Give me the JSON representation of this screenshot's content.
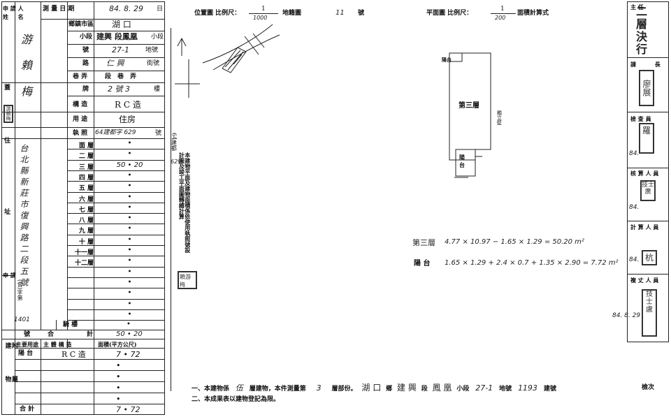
{
  "header": {
    "applicant_label": "申 請 人\n姓 　 名",
    "survey_date_label": "測 量 日 期",
    "survey_date": "84. 8. 29",
    "survey_date_suffix": "日",
    "township_label": "鄉鎮市區",
    "township": "湖 口",
    "section_label": "小段",
    "section": "建興 段鳳凰",
    "section_suffix": "小段",
    "lot_label": "號",
    "lot": "27-1",
    "lot_suffix": "地號",
    "road_label": "路",
    "road": "仁 興",
    "road_suffix": "街號",
    "lane_label": "巷 弄",
    "lane": "段　巷　弄",
    "number_label": "牌",
    "number": "2 號 3",
    "number_suffix": "樓",
    "structure_label": "構 造",
    "structure": "R C 造",
    "use_label": "用 途",
    "use": "住房",
    "license_label": "執 照",
    "license": "64建都字 629",
    "license_suffix": "號"
  },
  "applicant": {
    "name": "游 賴 梅",
    "address_label": "住",
    "address": "台北縣新莊市復興路二段五號",
    "seal": "游賴梅",
    "addr_label": "址",
    "applicant2_label": "申 請",
    "applicant2": "(會)字第",
    "number": "1401",
    "seal_label": "蓋"
  },
  "floors": [
    {
      "label": "面 層",
      "value": "•"
    },
    {
      "label": "二 層",
      "value": "•"
    },
    {
      "label": "三 層",
      "value": "50 • 20"
    },
    {
      "label": "四 層",
      "value": "•"
    },
    {
      "label": "五 層",
      "value": "•"
    },
    {
      "label": "六 層",
      "value": "•"
    },
    {
      "label": "七 層",
      "value": "•"
    },
    {
      "label": "八 層",
      "value": "•"
    },
    {
      "label": "九 層",
      "value": "•"
    },
    {
      "label": "十 層",
      "value": "•"
    },
    {
      "label": "十一層",
      "value": "•"
    },
    {
      "label": "十二層",
      "value": "•"
    },
    {
      "label": "",
      "value": "•"
    },
    {
      "label": "",
      "value": "•"
    },
    {
      "label": "",
      "value": "•"
    },
    {
      "label": "",
      "value": "•"
    },
    {
      "label": "",
      "value": "•"
    }
  ],
  "totals": {
    "stairs_label": "騎 樓",
    "stairs_value": "•",
    "total_label_a": "號",
    "total_label_b": "合",
    "total_label_c": "計",
    "total_value": "50 • 20"
  },
  "attached": {
    "side_label": "附 屬 建 物",
    "col1": "主要用途",
    "col2": "主 體 構 造",
    "col3": "面積(平方公尺)",
    "rows": [
      {
        "use": "陽 台",
        "structure": "R C 造",
        "area": "7 • 72"
      },
      {
        "use": "",
        "structure": "",
        "area": "•"
      },
      {
        "use": "",
        "structure": "",
        "area": "•"
      },
      {
        "use": "",
        "structure": "",
        "area": "•"
      },
      {
        "use": "",
        "structure": "",
        "area": "•"
      }
    ],
    "sum_label": "合 計",
    "sum_value": "7 • 72"
  },
  "location_plan": {
    "title": "位置圖 比例尺：",
    "scale_num": "1",
    "scale_den": "1000",
    "suffix": "地籍圖",
    "sheet_no": "11",
    "sheet_suffix": "號"
  },
  "floor_plan": {
    "title": "平面圖 比例尺：",
    "scale_num": "1",
    "scale_den": "200",
    "suffix": "面積計算式",
    "room_label": "第三層",
    "balcony_label": "陽 台",
    "balcony_label2": "陽台",
    "wall_note": "獨立壁"
  },
  "notes": {
    "vertical_note": "本建物平面及建物面積係依使用執照號設計圖及竣工平面圖轉繪計算",
    "license_vertical": "64建都",
    "license_no": "629",
    "seal": "賴游梅"
  },
  "calc": {
    "line1_label": "第三層",
    "line1": "4.77 × 10.97 − 1.65 × 1.29 = 50.20 m²",
    "line2_label": "陽 台",
    "line2": "1.65 × 1.29 + 2.4 × 0.7 + 1.35 × 2.90 = 7.72 m²"
  },
  "footer": {
    "line1_a": "一、本建物係",
    "line1_floors": "伍",
    "line1_b": "層建物，本件測量第",
    "line1_floor": "3",
    "line1_c": "層部份。",
    "line1_town": "湖 口",
    "line1_d": "鄉",
    "line1_road": "建 興",
    "line1_e": "段",
    "line1_sec": "鳳 凰",
    "line1_f": "小段",
    "line1_lot": "27-1",
    "line1_g": "地號",
    "line1_bldg": "1193",
    "line1_h": "建號",
    "line2": "二、本成果表以建物登記為限。",
    "checked": "檢次"
  },
  "right_column": {
    "supervisor_label": "主 任",
    "supervisor_sign": "二層決行",
    "section_chief_label": "課 長",
    "section_chief_name": "廖展",
    "inspector_label": "檢 查 員",
    "inspector_name": "羅",
    "inspector_date": "84.",
    "checker_label": "核 算 人 員",
    "checker_name": "技士廣",
    "checker_date": "84.",
    "calc_label": "計 算 人 員",
    "calc_date": "84.",
    "calc_stamp": "杭",
    "surveyor_label": "複 丈 人 員",
    "surveyor_name": "技士盧",
    "surveyor_date": "84. 8. 29"
  }
}
